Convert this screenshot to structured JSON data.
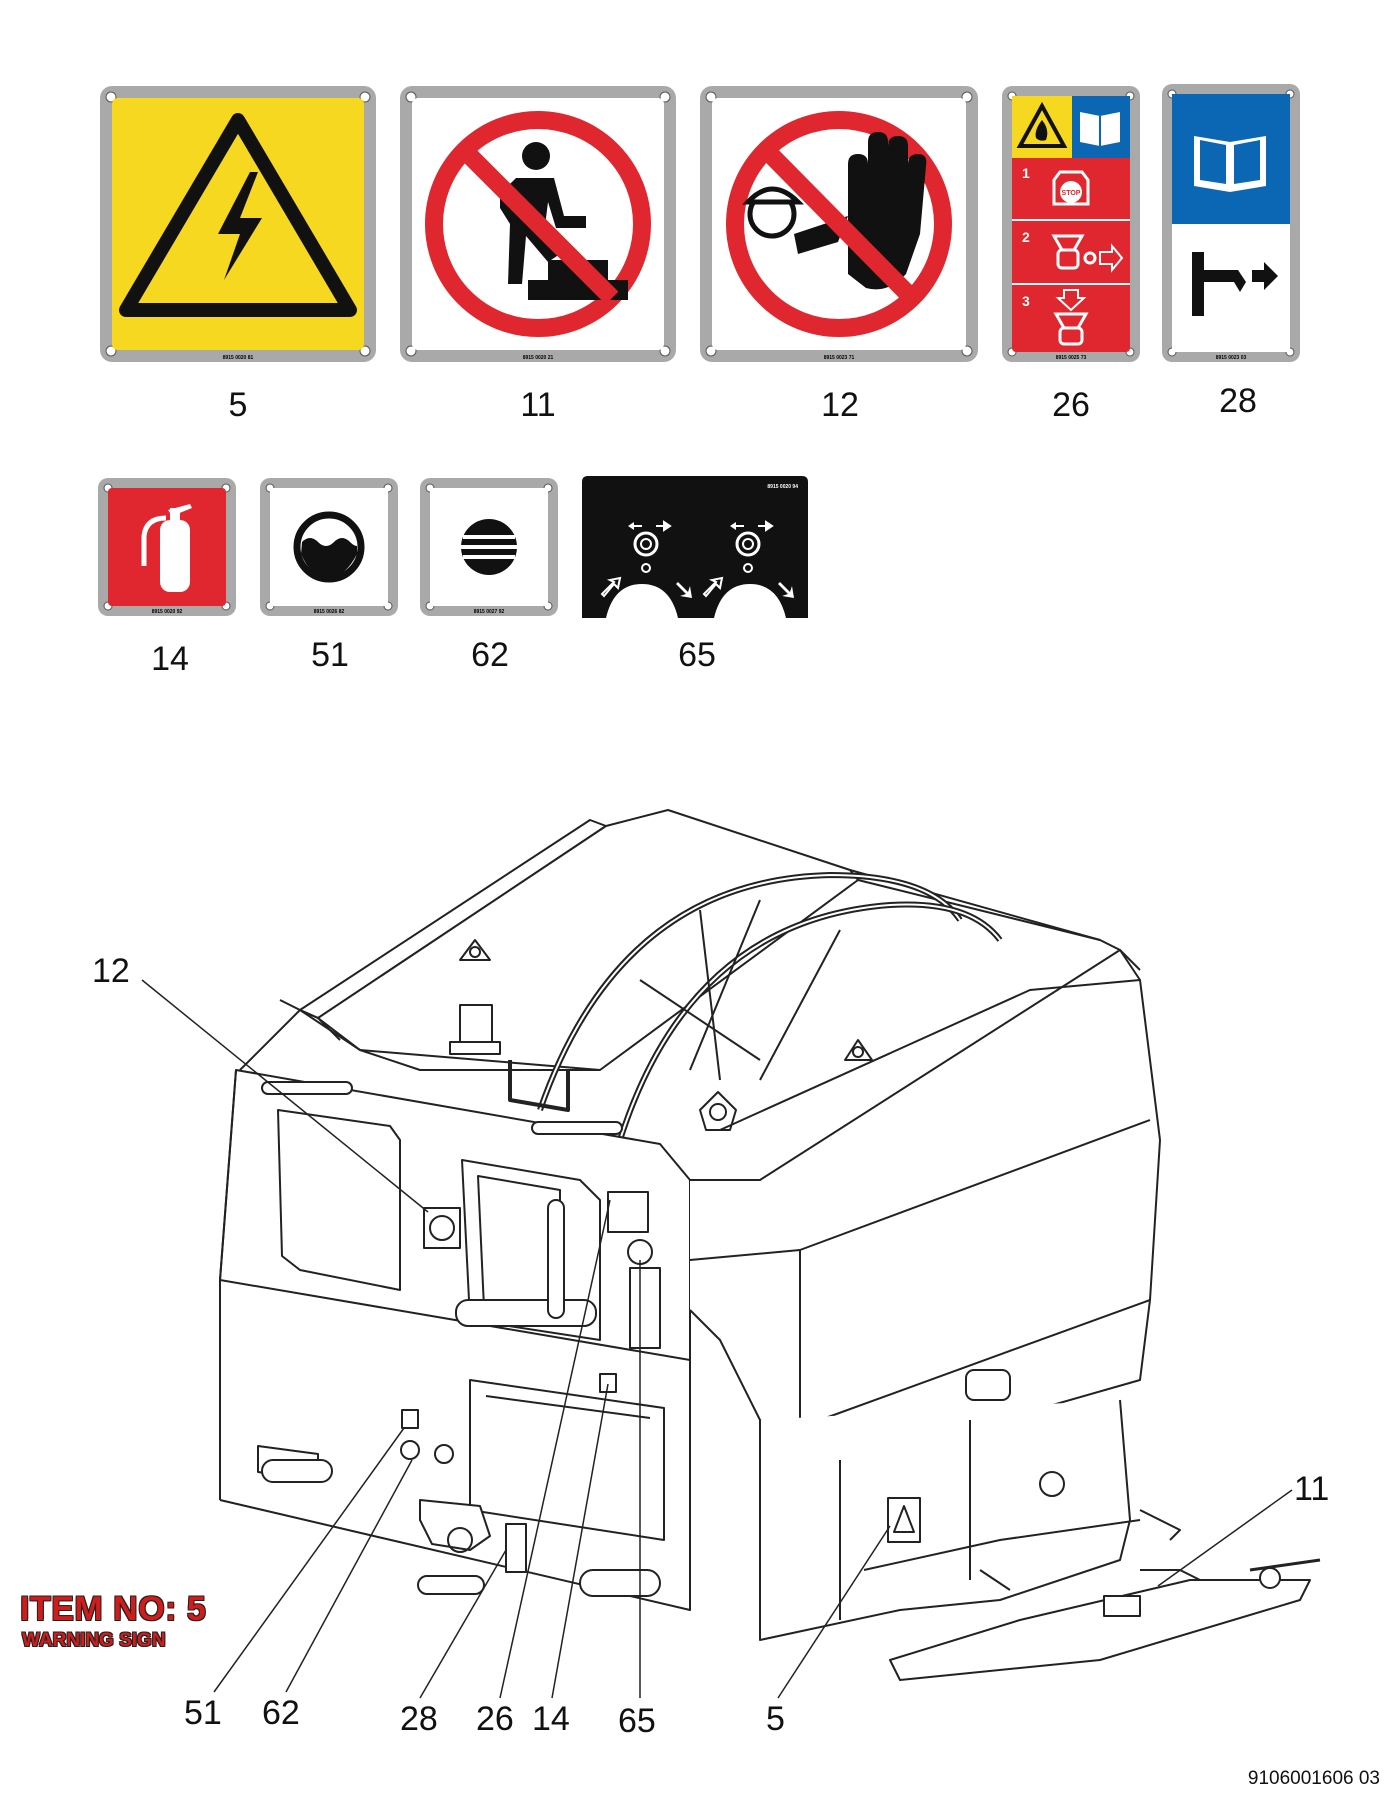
{
  "signs": [
    {
      "id": "5",
      "label": "5",
      "code": "8915 0020 81",
      "icon": "electrical-hazard-icon"
    },
    {
      "id": "11",
      "label": "11",
      "code": "8915 0020 21",
      "icon": "no-stepping-icon"
    },
    {
      "id": "12",
      "label": "12",
      "code": "8915 0023 71",
      "icon": "keep-hands-away-icon"
    },
    {
      "id": "26",
      "label": "26",
      "code": "8915 0025 73",
      "icon": "shutdown-procedure-icon",
      "steps": [
        "1",
        "2",
        "3"
      ],
      "stop_text": "STOP"
    },
    {
      "id": "28",
      "label": "28",
      "code": "8915 0023 03",
      "icon": "manual-lever-icon"
    },
    {
      "id": "14",
      "label": "14",
      "code": "8915 0020 92",
      "icon": "fire-extinguisher-icon"
    },
    {
      "id": "51",
      "label": "51",
      "code": "8915 0026 82",
      "icon": "water-level-icon"
    },
    {
      "id": "62",
      "label": "62",
      "code": "8915 0027 92",
      "icon": "lube-icon"
    },
    {
      "id": "65",
      "label": "65",
      "code": "8915 0020 94",
      "icon": "pump-direction-icon"
    }
  ],
  "callouts": {
    "c12": "12",
    "c11": "11",
    "c51": "51",
    "c62": "62",
    "c28": "28",
    "c26": "26",
    "c14": "14",
    "c65": "65",
    "c5": "5"
  },
  "item": {
    "title": "ITEM NO: 5",
    "subtitle": "WARNING SIGN"
  },
  "document_id": "9106001606 03",
  "colors": {
    "frame": "#a9a9a9",
    "yellow": "#f7d820",
    "red": "#e0262e",
    "blue": "#0b67b3",
    "black": "#111111"
  }
}
